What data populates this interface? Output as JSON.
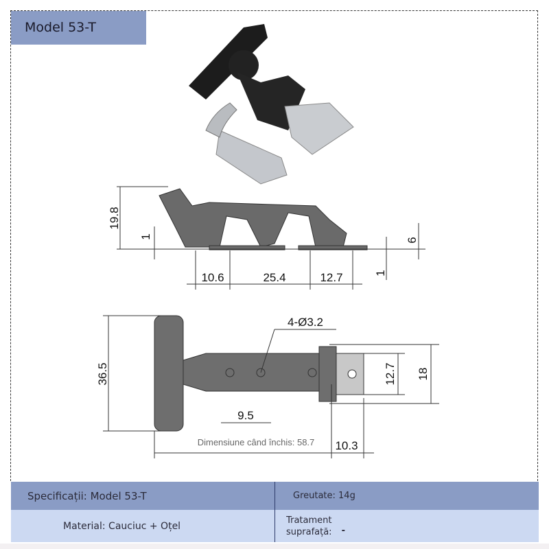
{
  "title": "Model 53-T",
  "drawing": {
    "side_view_dims": [
      "19.8",
      "1",
      "6",
      "1",
      "10.6",
      "25.4",
      "12.7"
    ],
    "top_view_dims": [
      "36.5",
      "4-Ø3.2",
      "12.7",
      "18",
      "9.5",
      "10.3"
    ],
    "closed_dimension": "Dimensiune când închis: 58.7"
  },
  "specs": {
    "spec_label": "Specificații: Model 53-T",
    "weight": "Greutate: 14g",
    "material": "Material: Cauciuc + Oțel",
    "treatment_label_1": "Tratament",
    "treatment_label_2": "suprafață:",
    "treatment_value": "-"
  },
  "colors": {
    "header_row": "#8a9cc5",
    "light_row": "#ccd9f2"
  }
}
